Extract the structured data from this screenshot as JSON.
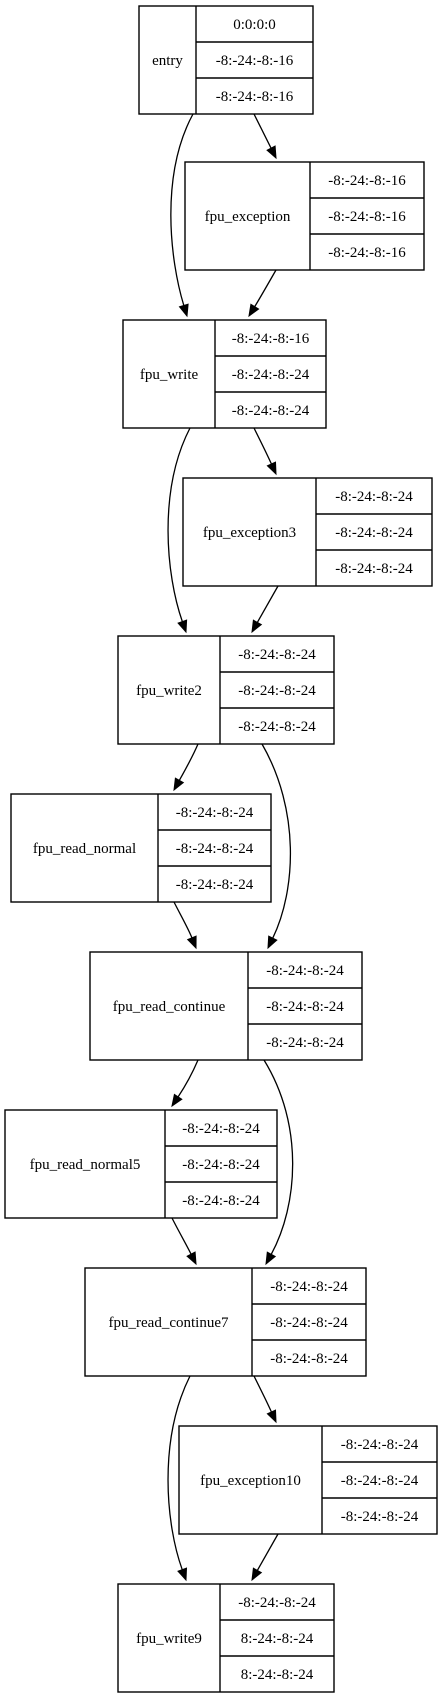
{
  "colors": {
    "background": "#ffffff",
    "stroke": "#000000",
    "text": "#000000"
  },
  "nodes": [
    {
      "id": "entry",
      "label": "entry",
      "rows": [
        "0:0:0:0",
        "-8:-24:-8:-16",
        "-8:-24:-8:-16"
      ]
    },
    {
      "id": "fpu_exception",
      "label": "fpu_exception",
      "rows": [
        "-8:-24:-8:-16",
        "-8:-24:-8:-16",
        "-8:-24:-8:-16"
      ]
    },
    {
      "id": "fpu_write",
      "label": "fpu_write",
      "rows": [
        "-8:-24:-8:-16",
        "-8:-24:-8:-24",
        "-8:-24:-8:-24"
      ]
    },
    {
      "id": "fpu_exception3",
      "label": "fpu_exception3",
      "rows": [
        "-8:-24:-8:-24",
        "-8:-24:-8:-24",
        "-8:-24:-8:-24"
      ]
    },
    {
      "id": "fpu_write2",
      "label": "fpu_write2",
      "rows": [
        "-8:-24:-8:-24",
        "-8:-24:-8:-24",
        "-8:-24:-8:-24"
      ]
    },
    {
      "id": "fpu_read_normal",
      "label": "fpu_read_normal",
      "rows": [
        "-8:-24:-8:-24",
        "-8:-24:-8:-24",
        "-8:-24:-8:-24"
      ]
    },
    {
      "id": "fpu_read_continue",
      "label": "fpu_read_continue",
      "rows": [
        "-8:-24:-8:-24",
        "-8:-24:-8:-24",
        "-8:-24:-8:-24"
      ]
    },
    {
      "id": "fpu_read_normal5",
      "label": "fpu_read_normal5",
      "rows": [
        "-8:-24:-8:-24",
        "-8:-24:-8:-24",
        "-8:-24:-8:-24"
      ]
    },
    {
      "id": "fpu_read_continue7",
      "label": "fpu_read_continue7",
      "rows": [
        "-8:-24:-8:-24",
        "-8:-24:-8:-24",
        "-8:-24:-8:-24"
      ]
    },
    {
      "id": "fpu_exception10",
      "label": "fpu_exception10",
      "rows": [
        "-8:-24:-8:-24",
        "-8:-24:-8:-24",
        "-8:-24:-8:-24"
      ]
    },
    {
      "id": "fpu_write9",
      "label": "fpu_write9",
      "rows": [
        "-8:-24:-8:-24",
        "8:-24:-8:-24",
        "8:-24:-8:-24"
      ]
    }
  ],
  "edges": [
    {
      "from": "entry",
      "to": "fpu_exception"
    },
    {
      "from": "entry",
      "to": "fpu_write"
    },
    {
      "from": "fpu_exception",
      "to": "fpu_write"
    },
    {
      "from": "fpu_write",
      "to": "fpu_exception3"
    },
    {
      "from": "fpu_write",
      "to": "fpu_write2"
    },
    {
      "from": "fpu_exception3",
      "to": "fpu_write2"
    },
    {
      "from": "fpu_write2",
      "to": "fpu_read_normal"
    },
    {
      "from": "fpu_write2",
      "to": "fpu_read_continue"
    },
    {
      "from": "fpu_read_normal",
      "to": "fpu_read_continue"
    },
    {
      "from": "fpu_read_continue",
      "to": "fpu_read_normal5"
    },
    {
      "from": "fpu_read_continue",
      "to": "fpu_read_continue7"
    },
    {
      "from": "fpu_read_normal5",
      "to": "fpu_read_continue7"
    },
    {
      "from": "fpu_read_continue7",
      "to": "fpu_exception10"
    },
    {
      "from": "fpu_read_continue7",
      "to": "fpu_write9"
    },
    {
      "from": "fpu_exception10",
      "to": "fpu_write9"
    }
  ]
}
